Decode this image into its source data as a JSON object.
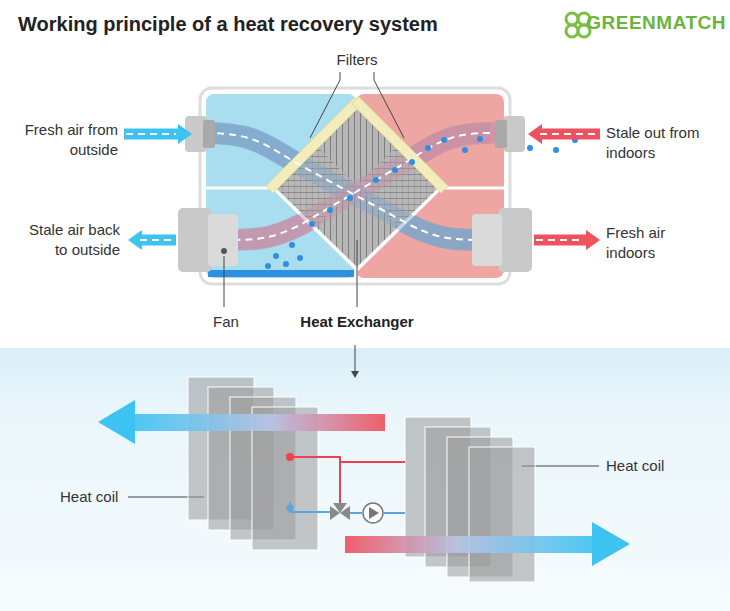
{
  "diagram": {
    "title": "Working principle of a heat recovery system",
    "labels": [
      "GREENMATCH",
      "Filters",
      "Fresh air from outside",
      "Stale out from indoors",
      "Stale air back to outside",
      "Fresh air indoors",
      "Fan",
      "Heat Exchanger",
      "Heat coil",
      "Heat coil"
    ]
  }
}
